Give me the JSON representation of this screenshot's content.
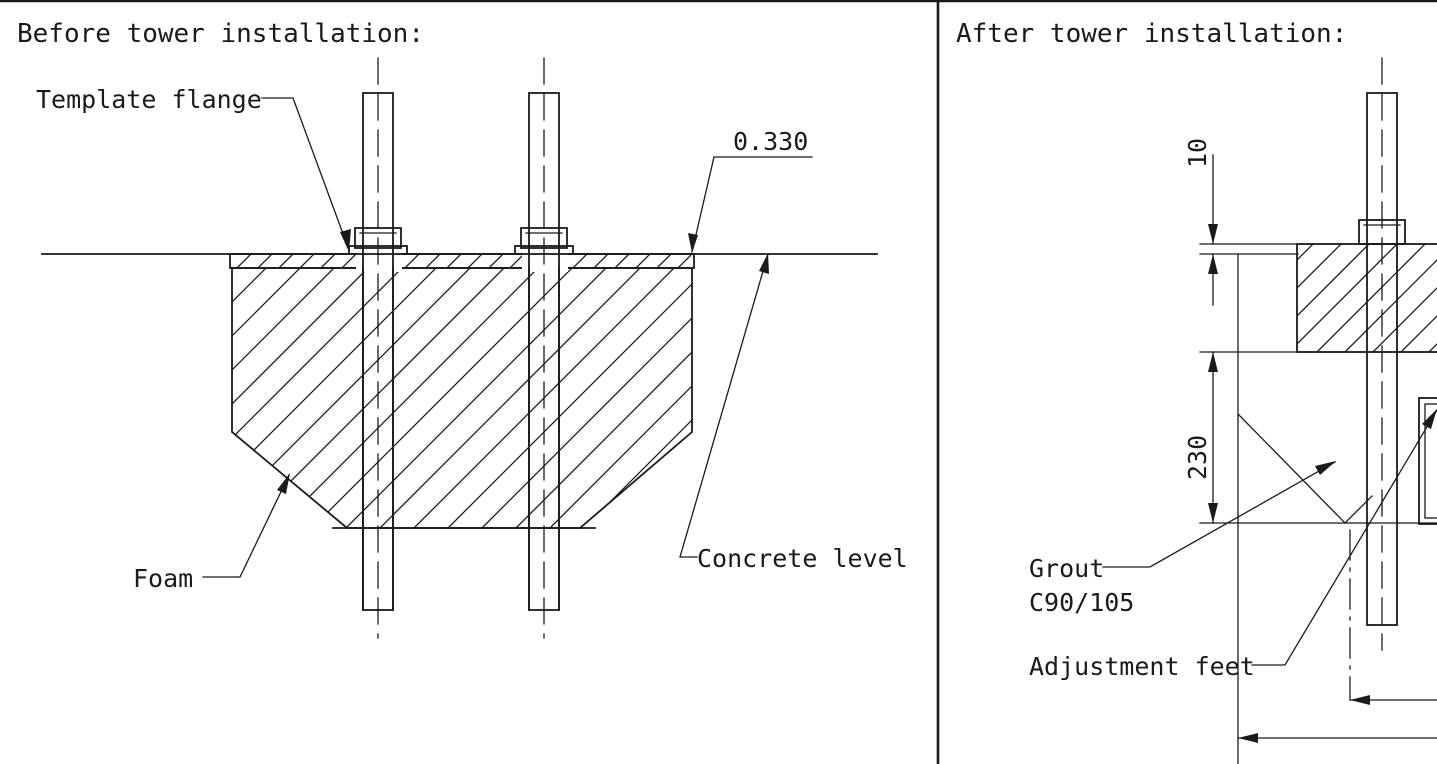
{
  "panels": {
    "before": {
      "title": "Before tower installation:",
      "labels": {
        "template_flange": "Template flange",
        "level_value": "0.330",
        "foam": "Foam",
        "concrete_level": "Concrete level"
      }
    },
    "after": {
      "title": "After tower installation:",
      "dimensions": {
        "top_gap": "10",
        "grout_height": "230"
      },
      "labels": {
        "grout": "Grout",
        "grout_grade": "C90/105",
        "adjustment_feet": "Adjustment feet"
      }
    }
  },
  "colors": {
    "ink": "#1a1a1a",
    "background": "#ffffff"
  }
}
